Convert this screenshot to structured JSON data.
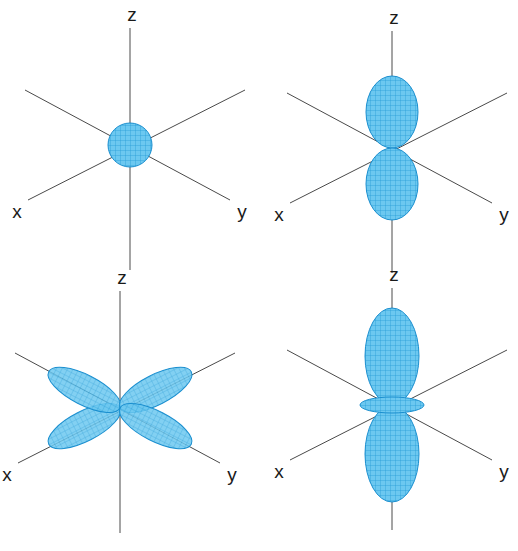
{
  "diagram": {
    "labels": [
      "z",
      "x",
      "y",
      "z",
      "x",
      "y",
      "z",
      "x",
      "y",
      "z",
      "x",
      "y"
    ]
  }
}
